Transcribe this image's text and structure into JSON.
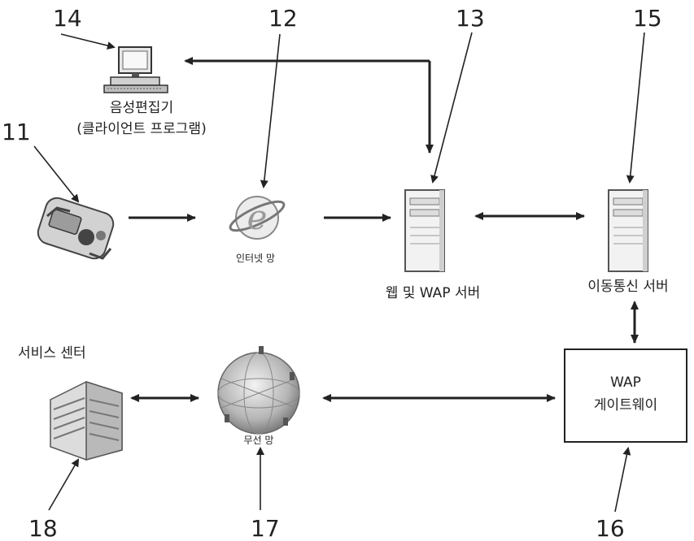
{
  "ref_numbers": {
    "internet": "11",
    "internet_network": "12",
    "web_wap_server": "13",
    "voice_editor": "14",
    "mobile_server": "15",
    "wap_gateway": "16",
    "wireless_network": "17",
    "service_center": "18"
  },
  "labels": {
    "voice_editor_line1": "음성편집기",
    "voice_editor_line2": "(클라이언트 프로그램)",
    "internet_network": "인터넷 망",
    "web_wap_server": "웹 및 WAP 서버",
    "mobile_server": "이동통신 서버",
    "service_center": "서비스 센터",
    "wireless_network": "무선 망",
    "wap_gateway_line1": "WAP",
    "wap_gateway_line2": "게이트웨이"
  },
  "icons": {
    "computer": "computer-icon",
    "device": "handheld-device-icon",
    "internet": "internet-explorer-icon",
    "server": "server-tower-icon",
    "building": "building-icon",
    "globe": "wireless-globe-icon"
  }
}
